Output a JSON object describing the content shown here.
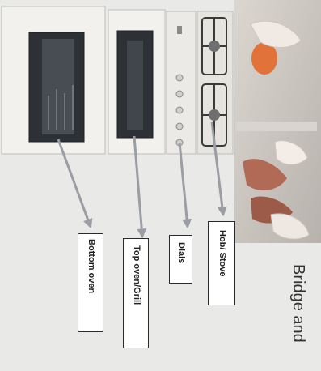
{
  "title": "Bridge and",
  "labels": {
    "bottom_oven": "Bottom oven",
    "top_oven_grill": "Top oven/Grill",
    "dials": "Dials",
    "hob_stove": "Hob/ Stove"
  },
  "colors": {
    "background": "#e9e9e7",
    "arrow": "#9a9da3",
    "oven_window": "#2d3136",
    "photo_bg": "#c7c2bd"
  }
}
